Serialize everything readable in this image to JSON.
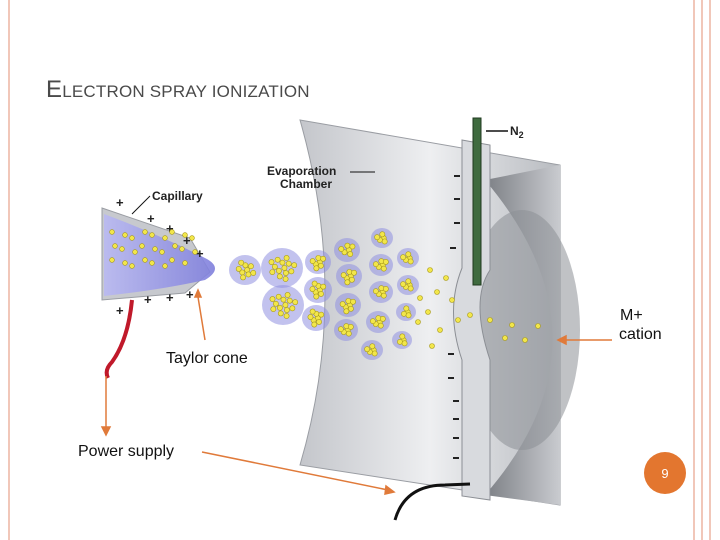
{
  "slide": {
    "title_initial": "E",
    "title_rest": "LECTRON SPRAY IONIZATION",
    "page_number": "9"
  },
  "diagram": {
    "labels": {
      "capillary": "Capillary",
      "evaporation_line1": "Evaporation",
      "evaporation_line2": "Chamber",
      "n2": "N",
      "n2_sub": "2"
    },
    "annotations": {
      "taylor_cone": "Taylor cone",
      "power_supply": "Power supply",
      "cation_line1": "M+",
      "cation_line2": "cation"
    }
  },
  "colors": {
    "accent": "#e3762f",
    "arrow": "#e07a3a",
    "title": "#4a4a4a",
    "decor": "#f1c7b9",
    "droplet": "#f2e64a",
    "plume": "#8f8fe0"
  }
}
